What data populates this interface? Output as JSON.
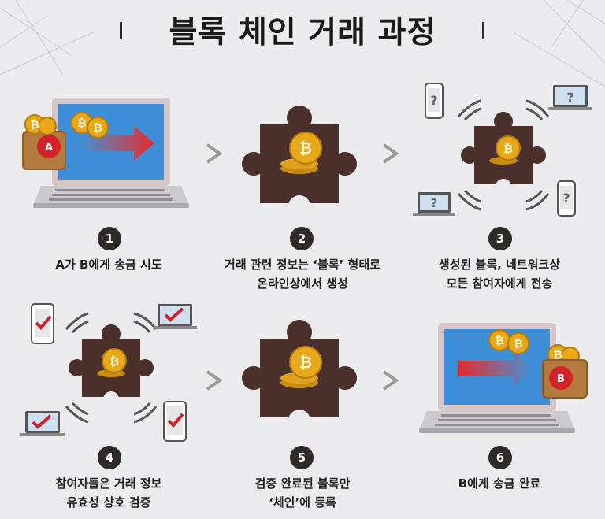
{
  "title": "블록 체인 거래 과정",
  "colors": {
    "puzzle": "#4a302a",
    "coin": "#e8a818",
    "laptop_frame": "#d3c2c6",
    "screen": "#3f8fd6",
    "red_badge": "#d2232a",
    "check": "#d0202a",
    "number_circle": "#2e2a28"
  },
  "steps": [
    {
      "number": "1",
      "caption_lines": [
        "A가 B에게 송금 시도",
        ""
      ],
      "badge": "A"
    },
    {
      "number": "2",
      "caption_lines": [
        "거래 관련 정보는 ‘블록’ 형태로",
        "온라인상에서 생성"
      ]
    },
    {
      "number": "3",
      "caption_lines": [
        "생성된 블록, 네트워크상",
        "모든 참여자에게 전송"
      ],
      "question_mark": "?"
    },
    {
      "number": "4",
      "caption_lines": [
        "참여자들은 거래 정보",
        "유효성 상호 검증"
      ]
    },
    {
      "number": "5",
      "caption_lines": [
        "검증 완료된 블록만",
        "‘체인’에 등록"
      ]
    },
    {
      "number": "6",
      "caption_lines": [
        "B에게 송금 완료",
        ""
      ],
      "badge": "B"
    }
  ],
  "arrow_glyph": ">"
}
